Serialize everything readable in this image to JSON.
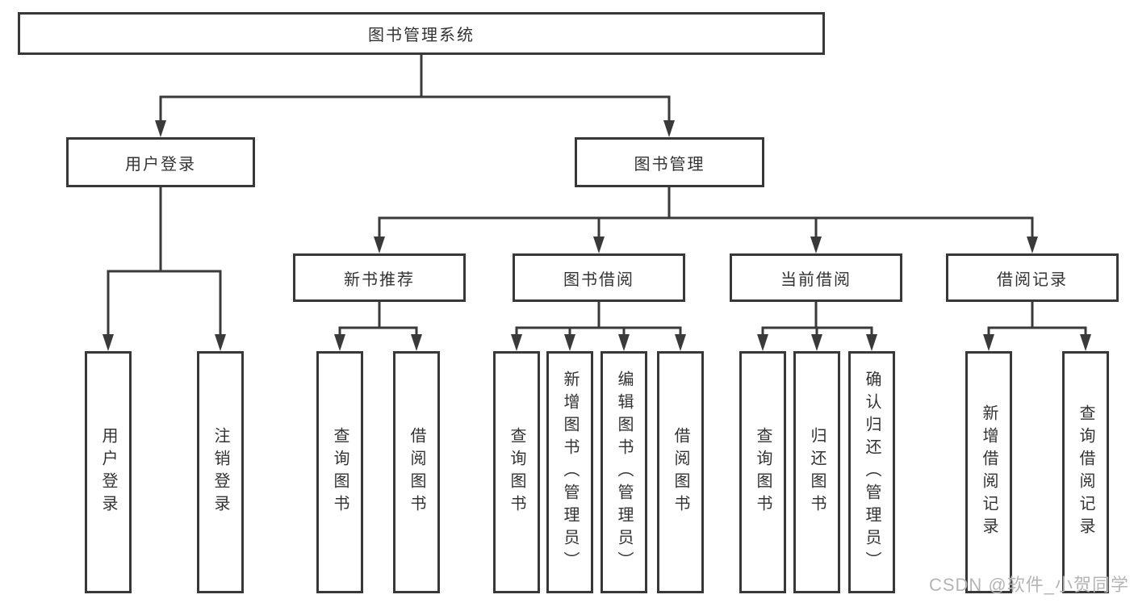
{
  "diagram": {
    "root": {
      "label": "图书管理系统"
    },
    "level2": [
      {
        "id": "user-login",
        "label": "用户登录"
      },
      {
        "id": "book-management",
        "label": "图书管理"
      }
    ],
    "level3": [
      {
        "id": "new-book-recommend",
        "parent": "图书管理",
        "label": "新书推荐"
      },
      {
        "id": "book-borrow",
        "parent": "图书管理",
        "label": "图书借阅"
      },
      {
        "id": "current-borrow",
        "parent": "图书管理",
        "label": "当前借阅"
      },
      {
        "id": "borrow-record",
        "parent": "图书管理",
        "label": "借阅记录"
      }
    ],
    "leaves": [
      {
        "parent": "用户登录",
        "label": "用户登录"
      },
      {
        "parent": "用户登录",
        "label": "注销登录"
      },
      {
        "parent": "新书推荐",
        "label": "查询图书"
      },
      {
        "parent": "新书推荐",
        "label": "借阅图书"
      },
      {
        "parent": "图书借阅",
        "label": "查询图书"
      },
      {
        "parent": "图书借阅",
        "label": "新增图书（管理员）"
      },
      {
        "parent": "图书借阅",
        "label": "编辑图书（管理员）"
      },
      {
        "parent": "图书借阅",
        "label": "借阅图书"
      },
      {
        "parent": "当前借阅",
        "label": "查询图书"
      },
      {
        "parent": "当前借阅",
        "label": "归还图书"
      },
      {
        "parent": "当前借阅",
        "label": "确认归还（管理员）"
      },
      {
        "parent": "借阅记录",
        "label": "新增借阅记录"
      },
      {
        "parent": "借阅记录",
        "label": "查询借阅记录"
      }
    ],
    "watermark": "CSDN @软件_小贺同学",
    "colors": {
      "line": "#3a3a3a",
      "box_border": "#383838",
      "box_background": "#ffffff",
      "text": "#333333",
      "watermark": "#b5b5b5",
      "page_background": "#ffffff"
    }
  }
}
